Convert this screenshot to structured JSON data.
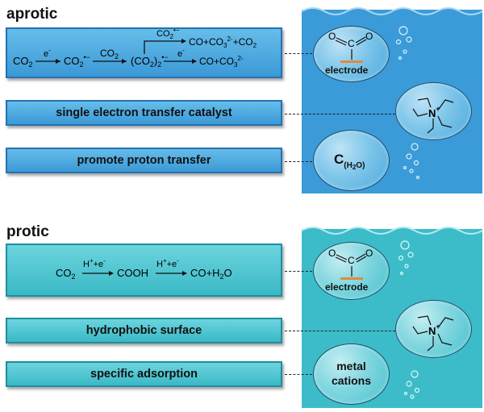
{
  "aprotic": {
    "title": "aprotic",
    "reaction": {
      "co2": "CO",
      "co2_sub": "2",
      "e1": "e",
      "e1_sup": "-",
      "anion": "CO",
      "anion_sub": "2",
      "anion_sup": "•−",
      "arrow2_label": "CO",
      "arrow2_label_sub": "2",
      "dimer": "(CO",
      "dimer_sub": "2",
      "dimer_close": ")",
      "dimer_sub2": "2",
      "dimer_sup": "•−",
      "branch_label": "CO",
      "branch_label_sub": "2",
      "branch_label_sup": "•−",
      "product_top": "CO+CO",
      "product_top_sub": "3",
      "product_top_sup": "2-",
      "product_top_tail": "+CO",
      "product_top_tail_sub": "2",
      "e2": "e",
      "e2_sup": "-",
      "product_bottom": "CO+CO",
      "product_bottom_sub": "3",
      "product_bottom_sup": "2-"
    },
    "box2": "single electron transfer catalyst",
    "box3": "promote proton transfer",
    "electrode_label": "electrode",
    "water_label": "C",
    "water_sub": "(H",
    "water_sub2": "2",
    "water_sub3": "O)"
  },
  "protic": {
    "title": "protic",
    "reaction": {
      "co2": "CO",
      "co2_sub": "2",
      "label1": "H",
      "label1_sup": "+",
      "label1_tail": "+e",
      "label1_tail_sup": "-",
      "cooh": "COOH",
      "label2": "H",
      "label2_sup": "+",
      "label2_tail": "+e",
      "label2_tail_sup": "-",
      "product": "CO+H",
      "product_sub": "2",
      "product_tail": "O"
    },
    "box2": "hydrophobic surface",
    "box3": "specific adsorption",
    "electrode_label": "electrode",
    "metal_line1": "metal",
    "metal_line2": "cations"
  },
  "molecule_labels": {
    "o": "O",
    "c": "C",
    "n": "N",
    "n_sup": "+"
  },
  "colors": {
    "aprotic_box": "#4eaae2",
    "protic_box": "#4cc4cf",
    "aprotic_water": "#3b9bd8",
    "protic_water": "#3cbcc8",
    "electrode_bar": "#e08a3c"
  }
}
